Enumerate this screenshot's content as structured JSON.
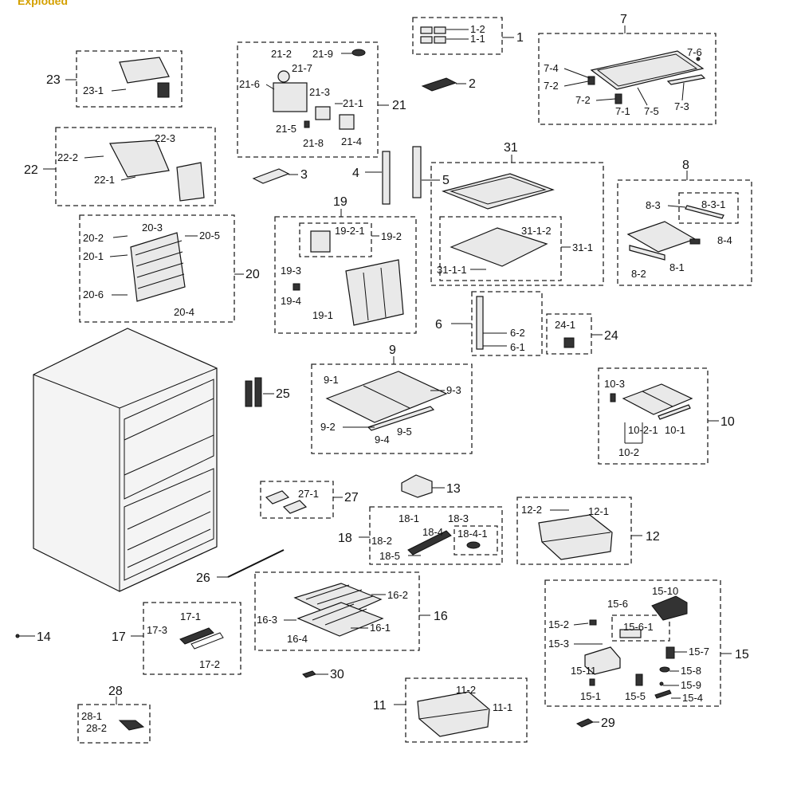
{
  "header": {
    "title": "Exploded"
  },
  "groups": [
    {
      "id": "1",
      "parts": [
        "1-1",
        "1-2"
      ]
    },
    {
      "id": "2",
      "parts": []
    },
    {
      "id": "3",
      "parts": []
    },
    {
      "id": "4",
      "parts": []
    },
    {
      "id": "5",
      "parts": []
    },
    {
      "id": "6",
      "parts": [
        "6-1",
        "6-2"
      ]
    },
    {
      "id": "7",
      "parts": [
        "7-1",
        "7-2",
        "7-2",
        "7-3",
        "7-4",
        "7-5",
        "7-6"
      ]
    },
    {
      "id": "8",
      "parts": [
        "8-1",
        "8-2",
        "8-3",
        "8-3-1",
        "8-4"
      ]
    },
    {
      "id": "9",
      "parts": [
        "9-1",
        "9-2",
        "9-3",
        "9-4",
        "9-5"
      ]
    },
    {
      "id": "10",
      "parts": [
        "10-1",
        "10-2",
        "10-2-1",
        "10-3"
      ]
    },
    {
      "id": "11",
      "parts": [
        "11-1",
        "11-2"
      ]
    },
    {
      "id": "12",
      "parts": [
        "12-1",
        "12-2"
      ]
    },
    {
      "id": "13",
      "parts": []
    },
    {
      "id": "14",
      "parts": []
    },
    {
      "id": "15",
      "parts": [
        "15-1",
        "15-2",
        "15-3",
        "15-4",
        "15-5",
        "15-6",
        "15-6-1",
        "15-7",
        "15-8",
        "15-9",
        "15-10",
        "15-11"
      ]
    },
    {
      "id": "16",
      "parts": [
        "16-1",
        "16-2",
        "16-3",
        "16-4"
      ]
    },
    {
      "id": "17",
      "parts": [
        "17-1",
        "17-2",
        "17-3"
      ]
    },
    {
      "id": "18",
      "parts": [
        "18-1",
        "18-2",
        "18-3",
        "18-4",
        "18-4-1",
        "18-5"
      ]
    },
    {
      "id": "19",
      "parts": [
        "19-1",
        "19-2",
        "19-2-1",
        "19-3",
        "19-4"
      ]
    },
    {
      "id": "20",
      "parts": [
        "20-1",
        "20-2",
        "20-3",
        "20-4",
        "20-5",
        "20-6"
      ]
    },
    {
      "id": "21",
      "parts": [
        "21-1",
        "21-2",
        "21-3",
        "21-4",
        "21-5",
        "21-6",
        "21-7",
        "21-8",
        "21-9"
      ]
    },
    {
      "id": "22",
      "parts": [
        "22-1",
        "22-2",
        "22-3"
      ]
    },
    {
      "id": "23",
      "parts": [
        "23-1"
      ]
    },
    {
      "id": "24",
      "parts": [
        "24-1"
      ]
    },
    {
      "id": "25",
      "parts": []
    },
    {
      "id": "26",
      "parts": []
    },
    {
      "id": "27",
      "parts": [
        "27-1"
      ]
    },
    {
      "id": "28",
      "parts": [
        "28-1",
        "28-2"
      ]
    },
    {
      "id": "29",
      "parts": []
    },
    {
      "id": "30",
      "parts": []
    },
    {
      "id": "31",
      "parts": [
        "31-1",
        "31-1-1",
        "31-1-2"
      ]
    }
  ]
}
